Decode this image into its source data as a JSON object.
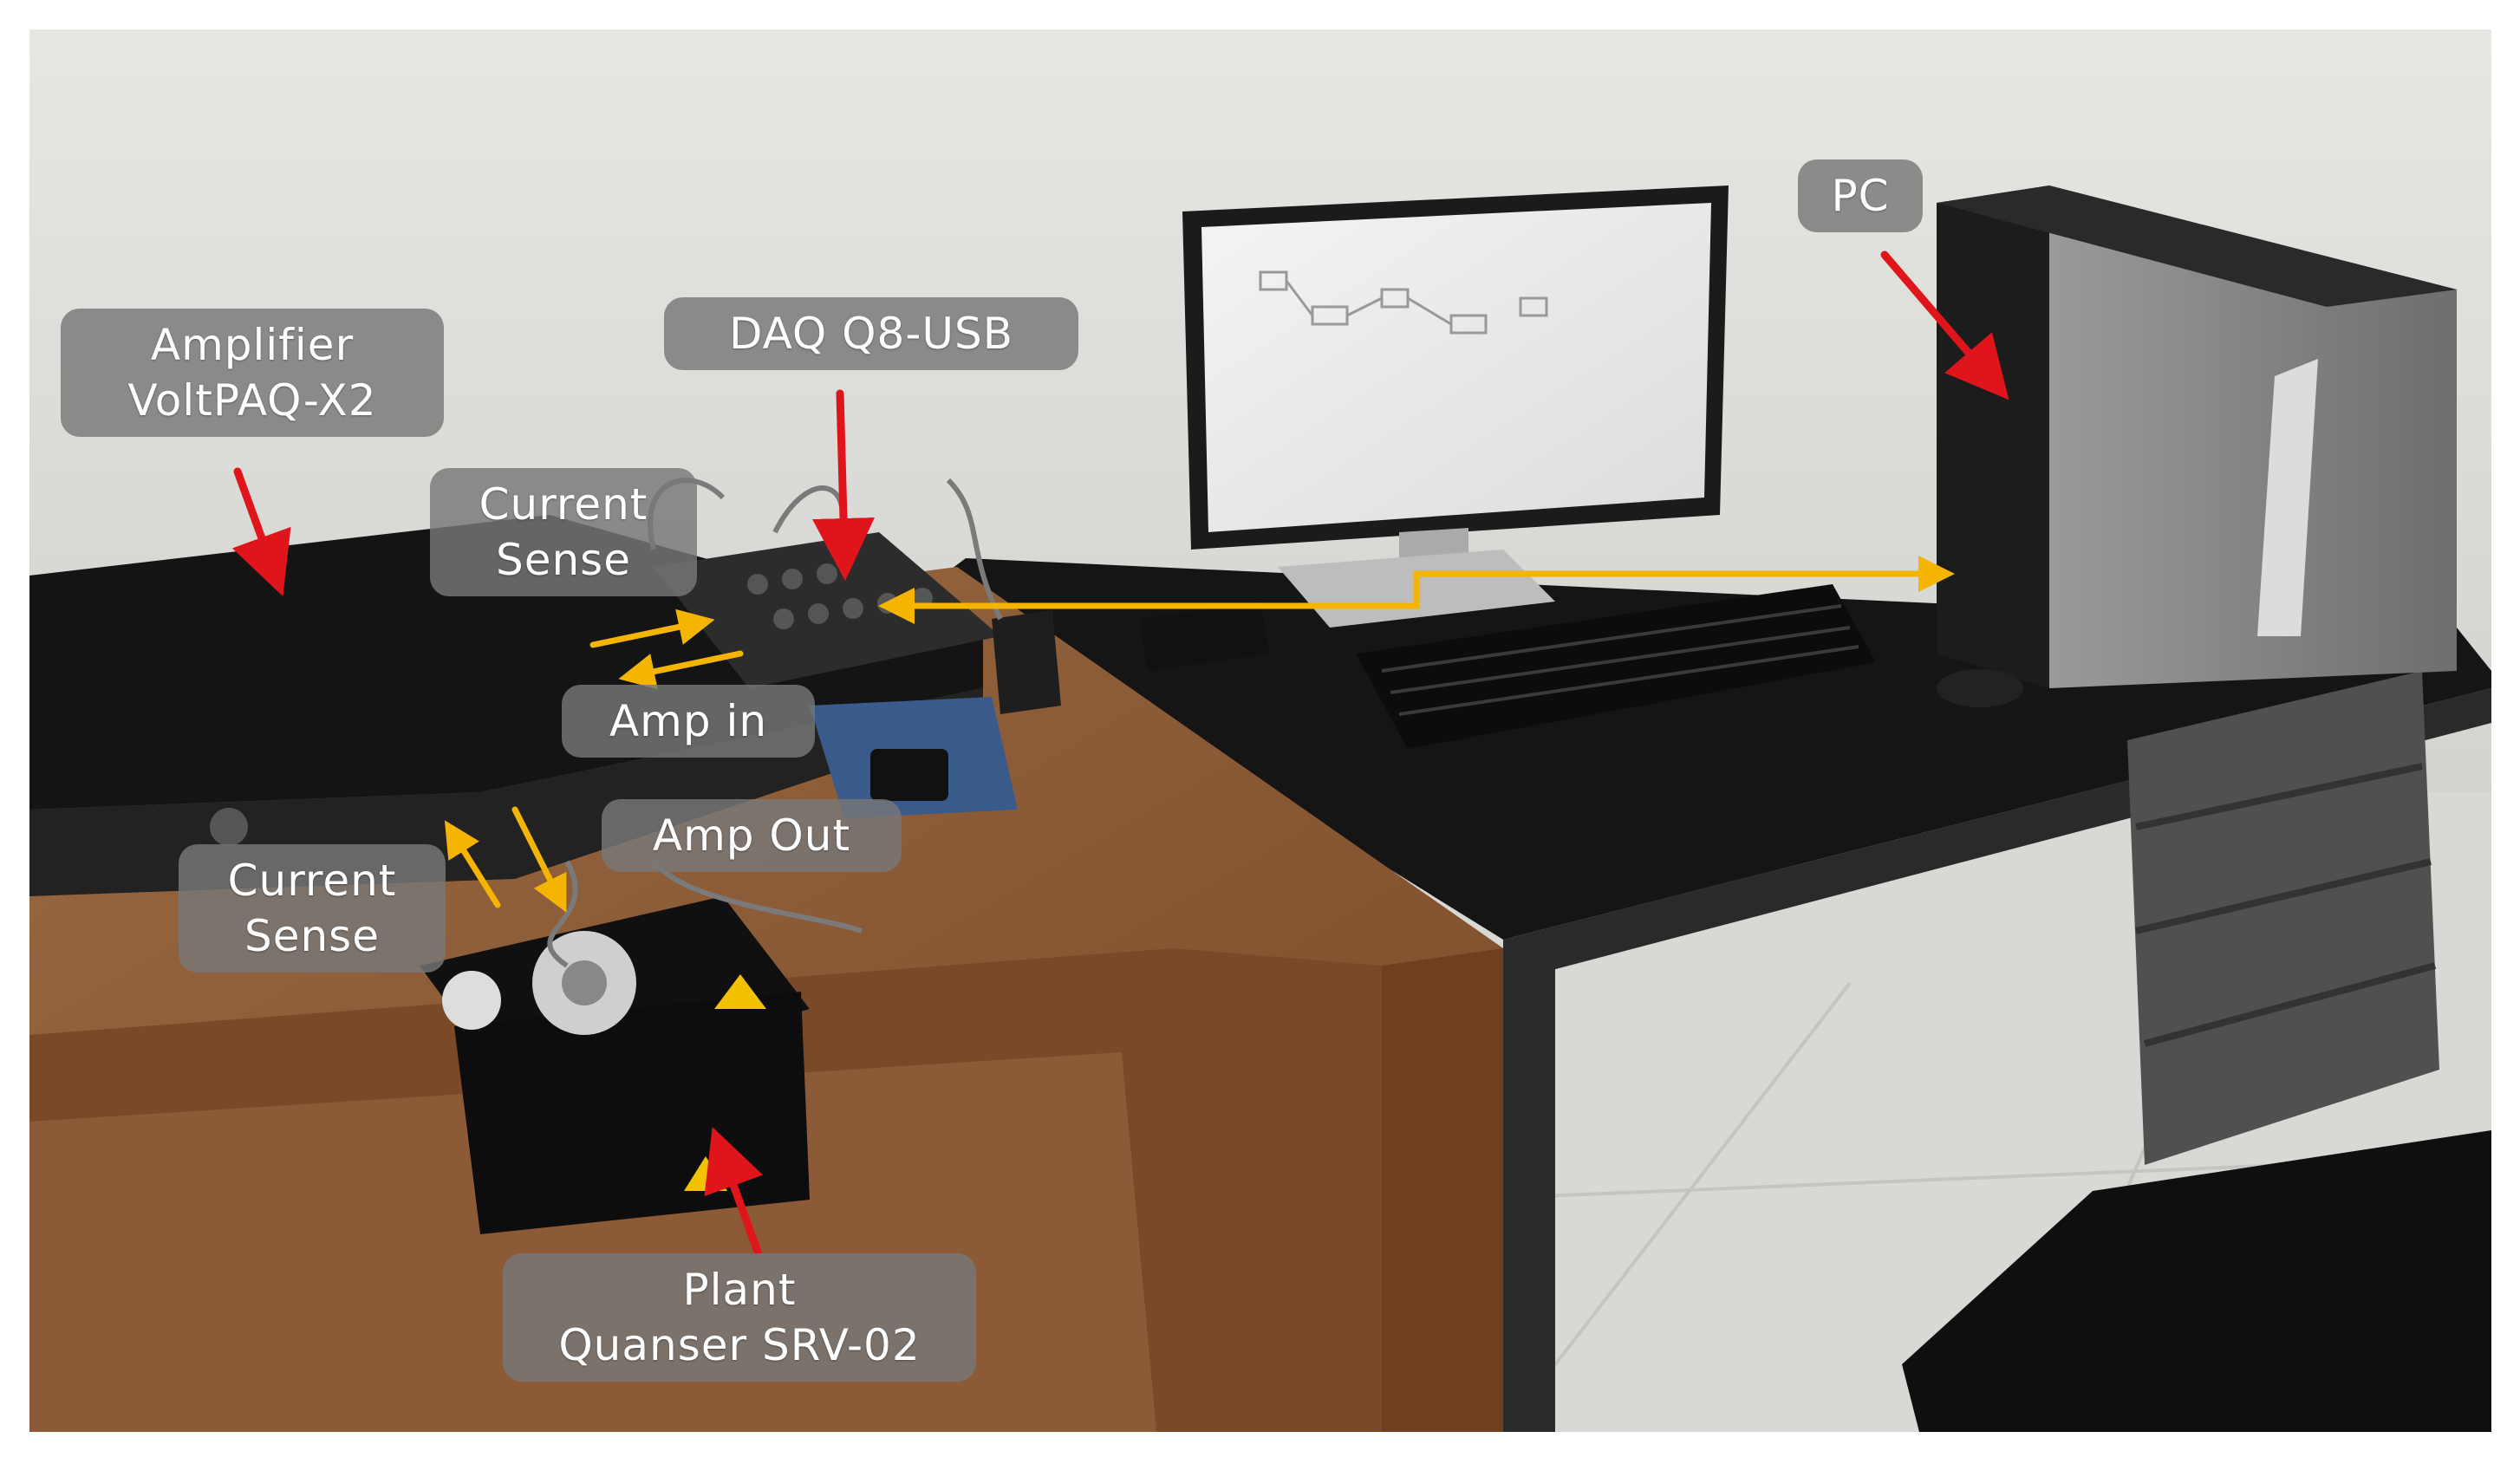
{
  "labels": {
    "amplifier": {
      "line1": "Amplifier",
      "line2": "VoltPAQ-X2"
    },
    "daq": {
      "line1": "DAQ Q8-USB"
    },
    "pc": {
      "line1": "PC"
    },
    "current_sense_top": {
      "line1": "Current",
      "line2": "Sense"
    },
    "amp_in": {
      "line1": "Amp in"
    },
    "amp_out": {
      "line1": "Amp Out"
    },
    "current_sense_bottom": {
      "line1": "Current",
      "line2": "Sense"
    },
    "plant": {
      "line1": "Plant",
      "line2": "Quanser SRV-02"
    }
  },
  "colors": {
    "red_arrow": "#e0151b",
    "yellow_arrow": "#f5b400",
    "wall": "#dcdcd8",
    "floor": "#dadad6",
    "wood_desk": "#8a5632",
    "black_desk": "#1a1a1a"
  }
}
